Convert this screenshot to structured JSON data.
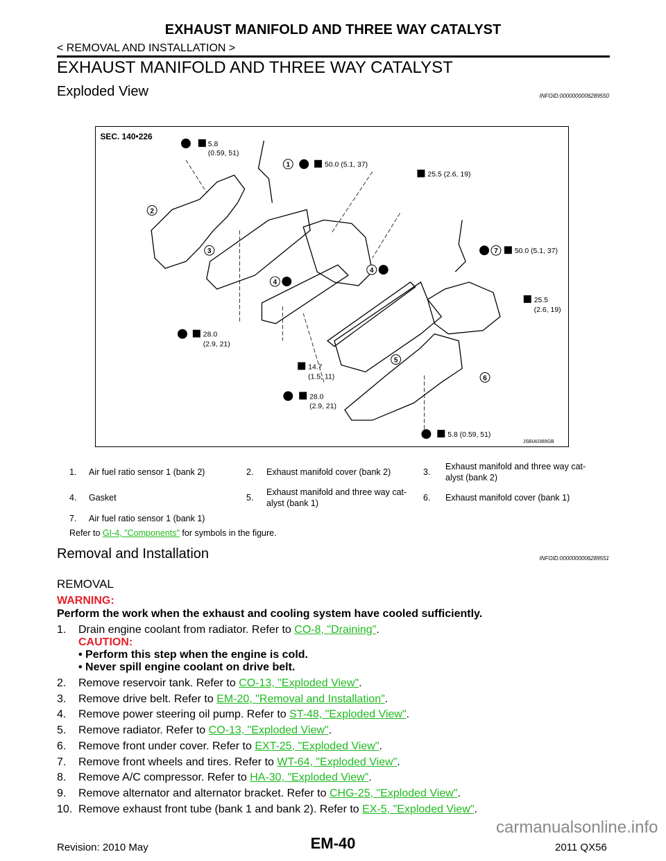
{
  "header": {
    "title": "EXHAUST MANIFOLD AND THREE WAY CATALYST",
    "section": "< REMOVAL AND INSTALLATION >"
  },
  "page_title": "EXHAUST MANIFOLD AND THREE WAY CATALYST",
  "exploded_view": {
    "heading": "Exploded View",
    "infoid": "INFOID:0000000006289550",
    "figure": {
      "sec": "SEC. 140•226",
      "code": "JSBIA0389GB",
      "labels": {
        "t1a": "5.8",
        "t1b": "(0.59, 51)",
        "t2": "50.0 (5.1, 37)",
        "t3": "25.5 (2.6, 19)",
        "t4": "50.0 (5.1, 37)",
        "t5a": "25.5",
        "t5b": "(2.6, 19)",
        "t6a": "28.0",
        "t6b": "(2.9, 21)",
        "t7a": "14.7",
        "t7b": "(1.5, 11)",
        "t8a": "28.0",
        "t8b": "(2.9, 21)",
        "t9": "5.8 (0.59, 51)"
      },
      "callouts": [
        "1",
        "2",
        "3",
        "4",
        "4",
        "5",
        "6",
        "7"
      ]
    },
    "legend": [
      {
        "n": "1.",
        "t": "Air fuel ratio sensor 1 (bank 2)"
      },
      {
        "n": "2.",
        "t": "Exhaust manifold cover (bank 2)"
      },
      {
        "n": "3.",
        "t": "Exhaust manifold and three way cat-",
        "t2": "alyst (bank 2)"
      },
      {
        "n": "4.",
        "t": "Gasket"
      },
      {
        "n": "5.",
        "t": "Exhaust manifold and three way cat-",
        "t2": "alyst (bank 1)"
      },
      {
        "n": "6.",
        "t": "Exhaust manifold cover (bank 1)"
      },
      {
        "n": "7.",
        "t": "Air fuel ratio sensor 1 (bank 1)"
      }
    ],
    "refer": {
      "pre": "Refer to ",
      "link": "GI-4, \"Components\"",
      "post": " for symbols in the figure."
    }
  },
  "removal_installation": {
    "heading": "Removal and Installation",
    "infoid": "INFOID:0000000006289551",
    "sub": "REMOVAL",
    "warning_label": "WARNING:",
    "warning_text": "Perform the work when the exhaust and cooling system have cooled sufficiently.",
    "caution_label": "CAUTION:",
    "cautions": [
      "Perform this step when the engine is cold.",
      "Never spill engine coolant on drive belt."
    ],
    "steps": [
      {
        "n": "1.",
        "t": "Drain engine coolant from radiator. Refer to ",
        "link": "CO-8, \"Draining\""
      },
      {
        "n": "2.",
        "t": "Remove reservoir tank. Refer to ",
        "link": "CO-13, \"Exploded View\""
      },
      {
        "n": "3.",
        "t": "Remove drive belt. Refer to ",
        "link": "EM-20, \"Removal and Installation\""
      },
      {
        "n": "4.",
        "t": "Remove power steering oil pump. Refer to ",
        "link": "ST-48, \"Exploded View\""
      },
      {
        "n": "5.",
        "t": "Remove radiator. Refer to ",
        "link": "CO-13, \"Exploded View\""
      },
      {
        "n": "6.",
        "t": "Remove front under cover. Refer to ",
        "link": "EXT-25, \"Exploded View\""
      },
      {
        "n": "7.",
        "t": "Remove front wheels and tires. Refer to ",
        "link": "WT-64, \"Exploded View\""
      },
      {
        "n": "8.",
        "t": "Remove A/C compressor. Refer to ",
        "link": "HA-30, \"Exploded View\""
      },
      {
        "n": "9.",
        "t": "Remove alternator and alternator bracket. Refer to ",
        "link": "CHG-25, \"Exploded View\""
      },
      {
        "n": "10.",
        "t": "Remove exhaust front tube (bank 1 and bank 2). Refer to ",
        "link": "EX-5, \"Exploded View\""
      }
    ],
    "period": "."
  },
  "footer": {
    "revision": "Revision: 2010 May",
    "page": "EM-40",
    "model": "2011 QX56",
    "watermark": "carmanualsonline.info"
  }
}
